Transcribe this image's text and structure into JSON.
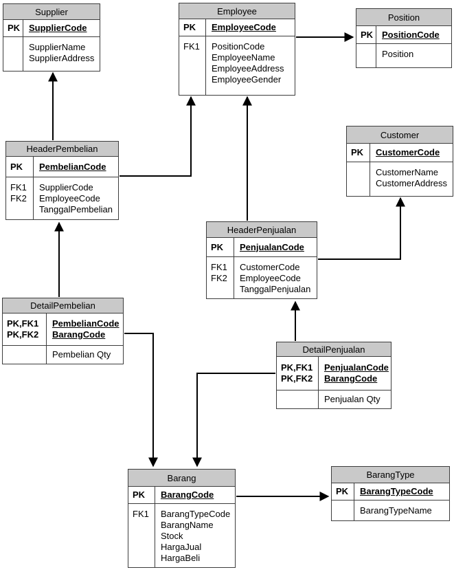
{
  "entities": {
    "supplier": {
      "title": "Supplier",
      "key_labels": [
        "PK"
      ],
      "key_names": [
        "SupplierCode"
      ],
      "attr_labels": [],
      "attr_names": [
        "SupplierName",
        "SupplierAddress"
      ]
    },
    "employee": {
      "title": "Employee",
      "key_labels": [
        "PK"
      ],
      "key_names": [
        "EmployeeCode"
      ],
      "attr_labels": [
        "FK1"
      ],
      "attr_names": [
        "PositionCode",
        "EmployeeName",
        "EmployeeAddress",
        "EmployeeGender"
      ]
    },
    "position": {
      "title": "Position",
      "key_labels": [
        "PK"
      ],
      "key_names": [
        "PositionCode"
      ],
      "attr_labels": [],
      "attr_names": [
        "Position"
      ]
    },
    "customer": {
      "title": "Customer",
      "key_labels": [
        "PK"
      ],
      "key_names": [
        "CustomerCode"
      ],
      "attr_labels": [],
      "attr_names": [
        "CustomerName",
        "CustomerAddress"
      ]
    },
    "headerpembelian": {
      "title": "HeaderPembelian",
      "key_labels": [
        "PK"
      ],
      "key_names": [
        "PembelianCode"
      ],
      "attr_labels": [
        "FK1",
        "FK2"
      ],
      "attr_names": [
        "SupplierCode",
        "EmployeeCode",
        "TanggalPembelian"
      ]
    },
    "headerpenjualan": {
      "title": "HeaderPenjualan",
      "key_labels": [
        "PK"
      ],
      "key_names": [
        "PenjualanCode"
      ],
      "attr_labels": [
        "FK1",
        "FK2"
      ],
      "attr_names": [
        "CustomerCode",
        "EmployeeCode",
        "TanggalPenjualan"
      ]
    },
    "detailpembelian": {
      "title": "DetailPembelian",
      "key_labels": [
        "PK,FK1",
        "PK,FK2"
      ],
      "key_names": [
        "PembelianCode",
        "BarangCode"
      ],
      "attr_labels": [],
      "attr_names": [
        "Pembelian Qty"
      ]
    },
    "detailpenjualan": {
      "title": "DetailPenjualan",
      "key_labels": [
        "PK,FK1",
        "PK,FK2"
      ],
      "key_names": [
        "PenjualanCode",
        "BarangCode"
      ],
      "attr_labels": [],
      "attr_names": [
        "Penjualan Qty"
      ]
    },
    "barang": {
      "title": "Barang",
      "key_labels": [
        "PK"
      ],
      "key_names": [
        "BarangCode"
      ],
      "attr_labels": [
        "FK1"
      ],
      "attr_names": [
        "BarangTypeCode",
        "BarangName",
        "Stock",
        "HargaJual",
        "HargaBeli"
      ]
    },
    "barangtype": {
      "title": "BarangType",
      "key_labels": [
        "PK"
      ],
      "key_names": [
        "BarangTypeCode"
      ],
      "attr_labels": [],
      "attr_names": [
        "BarangTypeName"
      ]
    }
  },
  "relationships": [
    {
      "from": "HeaderPembelian",
      "to": "Supplier"
    },
    {
      "from": "HeaderPembelian",
      "to": "Employee"
    },
    {
      "from": "Employee",
      "to": "Position"
    },
    {
      "from": "HeaderPenjualan",
      "to": "Employee"
    },
    {
      "from": "HeaderPenjualan",
      "to": "Customer"
    },
    {
      "from": "DetailPembelian",
      "to": "HeaderPembelian"
    },
    {
      "from": "DetailPenjualan",
      "to": "HeaderPenjualan"
    },
    {
      "from": "DetailPembelian",
      "to": "Barang"
    },
    {
      "from": "DetailPenjualan",
      "to": "Barang"
    },
    {
      "from": "Barang",
      "to": "BarangType"
    }
  ],
  "colors": {
    "header_fill": "#c9c9c9",
    "border": "#3c3c3c",
    "connector": "#000000",
    "background": "#ffffff"
  }
}
